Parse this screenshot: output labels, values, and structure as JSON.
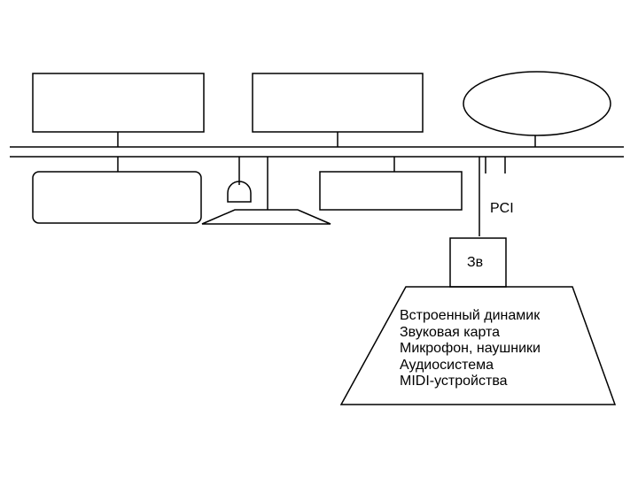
{
  "labels": {
    "pci": "PCI",
    "sound_block": "Зв"
  },
  "devices_list": [
    "Встроенный динамик",
    "Звуковая карта",
    "Микрофон, наушники",
    "Аудиосистема",
    "MIDI-устройства"
  ],
  "colors": {
    "stroke": "#000000",
    "background": "#ffffff"
  }
}
